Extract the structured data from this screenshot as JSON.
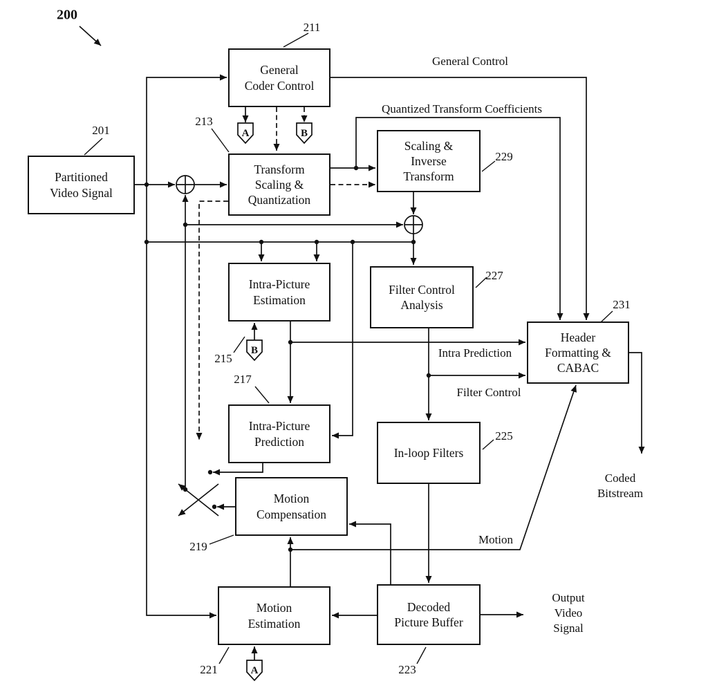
{
  "figure": {
    "title_ref": "200",
    "background": "#ffffff",
    "line_color": "#111111"
  },
  "nodes": {
    "pvs": {
      "ref": "201",
      "lines": [
        "Partitioned",
        "Video Signal"
      ]
    },
    "gcc": {
      "ref": "211",
      "lines": [
        "General",
        "Coder Control"
      ]
    },
    "tsq": {
      "ref": "213",
      "lines": [
        "Transform",
        "Scaling &",
        "Quantization"
      ]
    },
    "sit": {
      "ref": "229",
      "lines": [
        "Scaling &",
        "Inverse",
        "Transform"
      ]
    },
    "ipe": {
      "ref": "215",
      "lines": [
        "Intra-Picture",
        "Estimation"
      ]
    },
    "fca": {
      "ref": "227",
      "lines": [
        "Filter Control",
        "Analysis"
      ]
    },
    "ipp": {
      "ref": "217",
      "lines": [
        "Intra-Picture",
        "Prediction"
      ]
    },
    "ilf": {
      "ref": "225",
      "lines": [
        "In-loop Filters"
      ]
    },
    "hfc": {
      "ref": "231",
      "lines": [
        "Header",
        "Formatting &",
        "CABAC"
      ]
    },
    "mc": {
      "ref": "219",
      "lines": [
        "Motion",
        "Compensation"
      ]
    },
    "me": {
      "ref": "221",
      "lines": [
        "Motion",
        "Estimation"
      ]
    },
    "dpb": {
      "ref": "223",
      "lines": [
        "Decoded",
        "Picture Buffer"
      ]
    }
  },
  "connectors": {
    "a1": {
      "letter": "A"
    },
    "b1": {
      "letter": "B"
    },
    "b2": {
      "letter": "B"
    },
    "a2": {
      "letter": "A"
    }
  },
  "edge_labels": {
    "general_control": "General Control",
    "quantized_transform_coefficients": "Quantized Transform Coefficients",
    "intra_prediction": "Intra Prediction",
    "filter_control": "Filter Control",
    "motion": "Motion",
    "coded_bitstream": {
      "lines": [
        "Coded",
        "Bitstream"
      ]
    },
    "output_video_signal": {
      "lines": [
        "Output",
        "Video",
        "Signal"
      ]
    }
  }
}
